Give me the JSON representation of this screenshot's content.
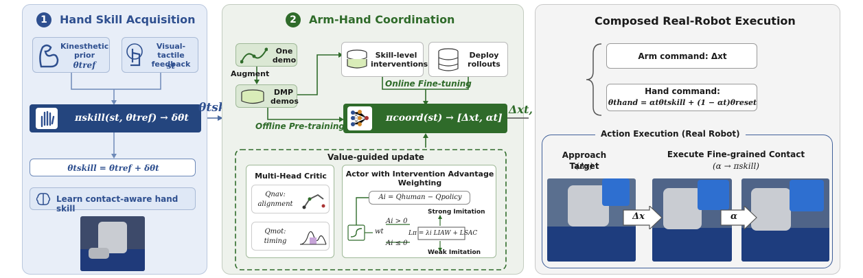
{
  "panel1": {
    "number": "1",
    "title": "Hand Skill Acquisition",
    "kinesthetic_label": "Kinesthetic prior",
    "kinesthetic_symbol": "θtref",
    "visual_label": "Visual-tactile feedback",
    "visual_symbol": "st",
    "policy": "πskill(st, θtref) → δθt",
    "theta_skill_eq": "θtskill = θtref + δθt",
    "learn_label": "Learn contact-aware hand skill"
  },
  "link_label": "θtskill",
  "panel2": {
    "number": "2",
    "title": "Arm-Hand Coordination",
    "one_demo": "One demo",
    "augment": "Augment",
    "dmp_demos": "DMP demos",
    "skill_level": "Skill-level interventions",
    "deploy_rollouts": "Deploy rollouts",
    "online_finetuning": "Online Fine-tuning",
    "offline_pretraining": "Offline Pre-training",
    "policy": "πcoord(st) → [Δxt, αt]",
    "value_guided": "Value-guided update",
    "critic_title": "Multi-Head Critic",
    "q_nav": "Qnav: alignment",
    "q_mot": "Qmot: timing",
    "actor_title": "Actor with Intervention Advantage Weighting",
    "advantage_eq": "Ai = Qhuman − Qpolicy",
    "strong": "Strong Imitation",
    "weak": "Weak Imitation",
    "cond_pos": "Ai > 0",
    "cond_neg": "Ai ≤ 0",
    "wt": "wt",
    "loss": "Lπ = λi LIAW + LSAC"
  },
  "output_label": "Δxt, αt",
  "panel3": {
    "title": "Composed Real-Robot Execution",
    "arm_command": "Arm command: Δxt",
    "hand_title": "Hand command:",
    "hand_eq": "θthand = αtθtskill + (1 − αt)θreset",
    "exec_title": "Action Execution (Real Robot)",
    "approach": "Approach Target",
    "approach_sym": "(Δx)",
    "fine": "Execute Fine-grained Contact",
    "fine_sym": "(α → πskill)",
    "arrow1": "Δx",
    "arrow2": "α"
  },
  "colors": {
    "blue": "#2e4f8f",
    "green": "#2f6b2a",
    "dark_blue_bar": "#24457e"
  }
}
